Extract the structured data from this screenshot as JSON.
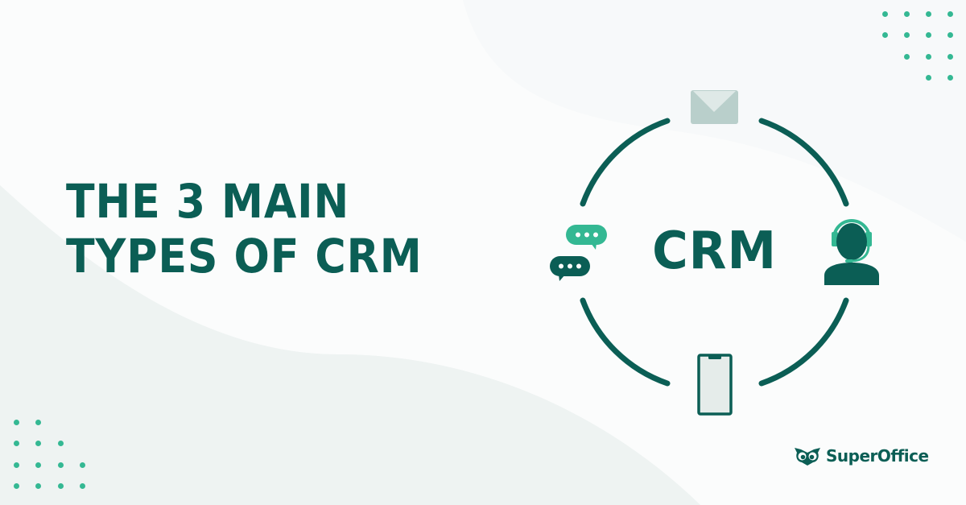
{
  "headline": {
    "line1": "THE 3 MAIN",
    "line2": "TYPES OF CRM"
  },
  "diagram": {
    "center_label": "CRM",
    "icons": [
      {
        "name": "email-icon",
        "position": "top"
      },
      {
        "name": "agent-headset-icon",
        "position": "right"
      },
      {
        "name": "mobile-phone-icon",
        "position": "bottom"
      },
      {
        "name": "chat-bubbles-icon",
        "position": "left"
      }
    ]
  },
  "brand": {
    "name": "SuperOffice"
  },
  "colors": {
    "primary_dark_green": "#0b5e55",
    "accent_green": "#34b893",
    "envelope_gray": "#b9cfcb",
    "phone_fill": "#e5ecea",
    "background": "#f2f6f6"
  },
  "decorations": {
    "dot_grid_top_right_rows": [
      4,
      4,
      3,
      2
    ],
    "dot_grid_bottom_left_rows": [
      2,
      3,
      4,
      4
    ]
  }
}
